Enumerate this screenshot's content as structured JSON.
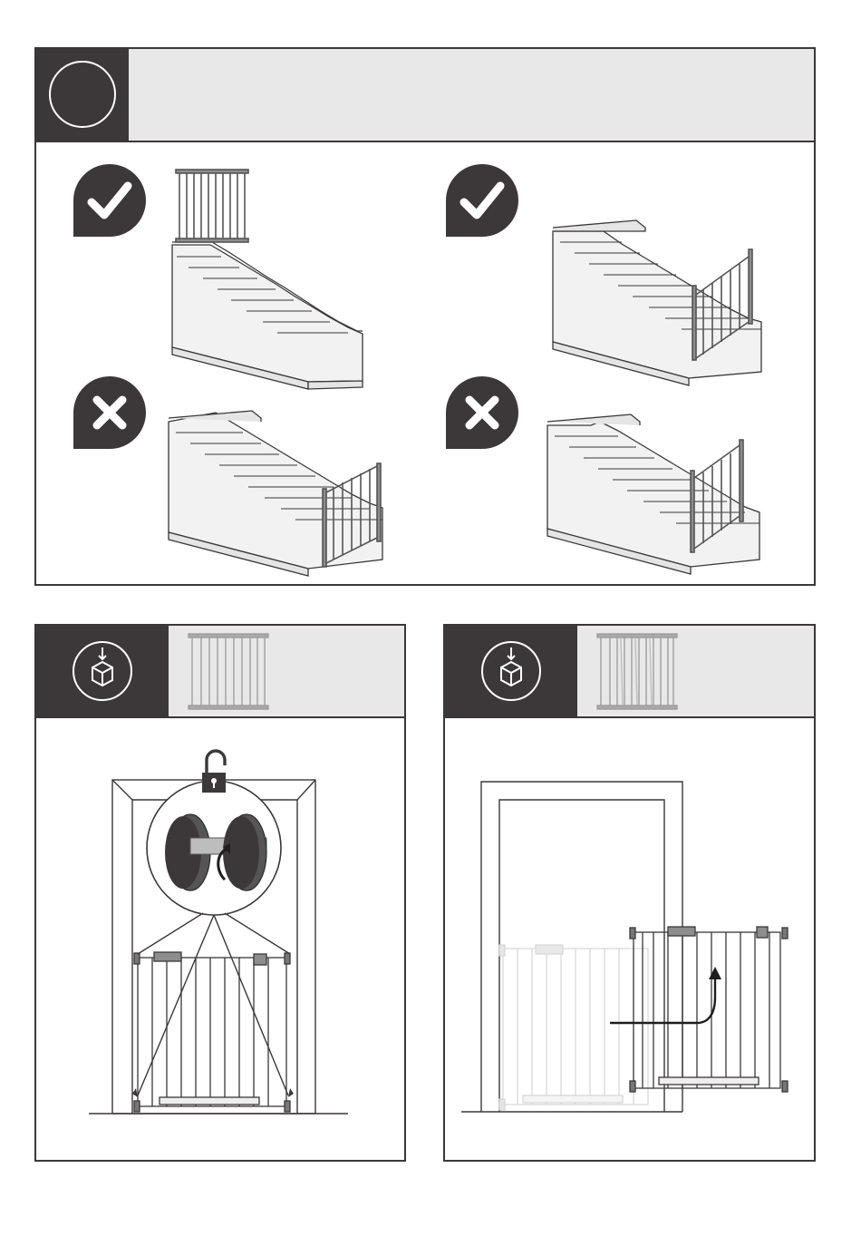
{
  "document": {
    "type": "safety-gate-installation-instructions",
    "step_label_visible": false
  },
  "stairs_panel": {
    "placements": [
      {
        "id": "top-of-stairs",
        "status": "correct",
        "badge": "check-icon"
      },
      {
        "id": "bottom-of-stairs-on-floor",
        "status": "correct",
        "badge": "check-icon"
      },
      {
        "id": "on-lower-steps-angled",
        "status": "incorrect",
        "badge": "cross-icon"
      },
      {
        "id": "on-bottom-step",
        "status": "incorrect",
        "badge": "cross-icon"
      }
    ]
  },
  "install_panels": [
    {
      "id": "doorway-fit",
      "header_icon": "unbox-icon",
      "thumbnail": "gate-thumbnail",
      "detail": "padlock-icon"
    },
    {
      "id": "doorway-slide",
      "header_icon": "unbox-icon",
      "thumbnail": "gate-thumbnail-extended"
    }
  ],
  "colors": {
    "dark": "#3c3839",
    "header_bg": "#e8e8e8",
    "line": "#3b3738",
    "stair_fill": "#f2f2f2",
    "gate_grey": "#8d8d8d"
  }
}
